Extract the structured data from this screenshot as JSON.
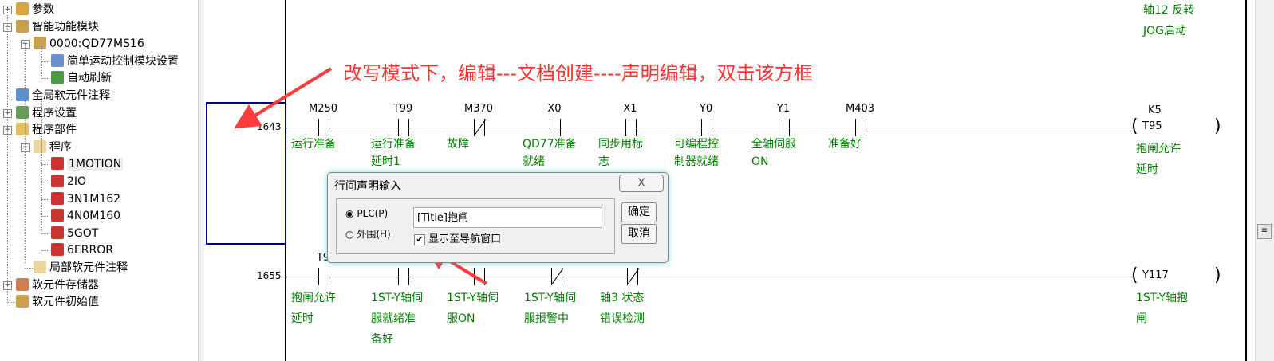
{
  "tree": [
    {
      "label": "参数",
      "toggle": "+"
    },
    {
      "label": "智能功能模块",
      "toggle": "-"
    },
    {
      "label": "0000:QD77MS16",
      "toggle": "-"
    },
    {
      "label": "简单运动控制模块设置"
    },
    {
      "label": "自动刷新"
    },
    {
      "label": "全局软元件注释"
    },
    {
      "label": "程序设置",
      "toggle": "+"
    },
    {
      "label": "程序部件",
      "toggle": "-"
    },
    {
      "label": "程序",
      "toggle": "-"
    },
    {
      "label": "1MOTION",
      "selected": true
    },
    {
      "label": "2IO"
    },
    {
      "label": "3N1M162"
    },
    {
      "label": "4N0M160"
    },
    {
      "label": "5GOT"
    },
    {
      "label": "6ERROR"
    },
    {
      "label": "局部软元件注释"
    },
    {
      "label": "软元件存储器",
      "toggle": "+"
    },
    {
      "label": "软元件初始值"
    }
  ],
  "top_coil_comment": [
    "轴12 反转",
    "JOG启动"
  ],
  "annotation": "改写模式下，编辑---文档创建----声明编辑，双击该方框",
  "rung1": {
    "step": "1643",
    "contacts": [
      {
        "dev": "M250",
        "c1": "运行准备",
        "c2": ""
      },
      {
        "dev": "T99",
        "c1": "运行准备",
        "c2": "延时1"
      },
      {
        "dev": "M370",
        "c1": "故障",
        "c2": ""
      },
      {
        "dev": "X0",
        "c1": "QD77准备",
        "c2": "就绪"
      },
      {
        "dev": "X1",
        "c1": "同步用标",
        "c2": "志"
      },
      {
        "dev": "Y0",
        "c1": "可编程控",
        "c2": "制器就绪"
      },
      {
        "dev": "Y1",
        "c1": "全轴伺服",
        "c2": "ON"
      },
      {
        "dev": "M403",
        "c1": "准备好",
        "c2": ""
      }
    ],
    "coil": {
      "dev": "T95",
      "k": "K5",
      "c1": "抱闸允许",
      "c2": "延时"
    }
  },
  "rung2": {
    "step": "1655",
    "contacts": [
      {
        "dev": "T9",
        "c1": "抱闸允许",
        "c2": "延时",
        "c3": ""
      },
      {
        "dev": "",
        "c1": "1ST-Y轴伺",
        "c2": "服就绪准",
        "c3": "备好"
      },
      {
        "dev": "",
        "c1": "1ST-Y轴伺",
        "c2": "服ON",
        "c3": ""
      },
      {
        "dev": "",
        "c1": "1ST-Y轴伺",
        "c2": "服报警中",
        "c3": ""
      },
      {
        "dev": "",
        "c1": "轴3 状态",
        "c2": " 错误检测",
        "c3": ""
      }
    ],
    "coil": {
      "dev": "Y117",
      "c1": "1ST-Y轴抱",
      "c2": "闸"
    }
  },
  "dialog": {
    "title": "行间声明输入",
    "close": "X",
    "radio_plc": "PLC(P)",
    "radio_ext": "外围(H)",
    "input_value": "[Title]抱闸",
    "checkbox_label": "显示至导航窗口",
    "checkbox_checked": true,
    "ok": "确定",
    "cancel": "取消"
  },
  "colors": {
    "comment": "#008000",
    "selection": "#00008b",
    "annotation": "#ff3030"
  }
}
